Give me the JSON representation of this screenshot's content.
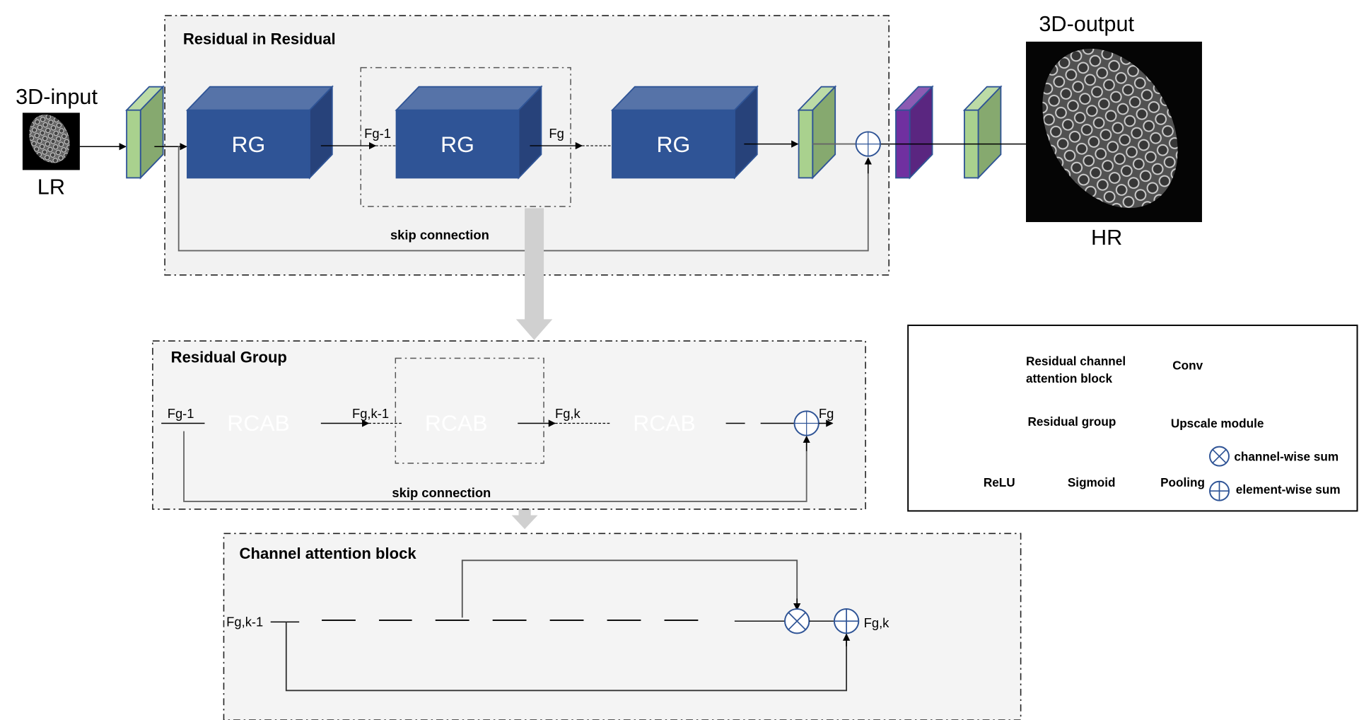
{
  "colors": {
    "rg_front": "#2f5496",
    "rg_top": "#5673a8",
    "rg_side": "#27427a",
    "rcab_front": "#b4c7e7",
    "rcab_top": "#c5d4ee",
    "rcab_side": "#8fa0bb",
    "conv_front": "#a9d18e",
    "conv_top": "#bcdba6",
    "conv_side": "#86a96f",
    "relu_front": "#ffd966",
    "relu_top": "#ffe08a",
    "relu_side": "#ccac50",
    "sigmoid_front": "#fff2cc",
    "sigmoid_top": "#fff5d6",
    "sigmoid_side": "#ccc2a3",
    "pool_front": "#a6a6a6",
    "pool_top": "#b8b8b8",
    "pool_side": "#858585",
    "upscale_front": "#7030a0",
    "upscale_top": "#8c5bb3",
    "upscale_side": "#5a2680",
    "outline": "#2f5496",
    "frame_bg": "#f2f2f2",
    "arrow_gray": "#d0d0d0"
  },
  "top": {
    "input_title": "3D-input",
    "input_label": "LR",
    "output_title": "3D-output",
    "output_label": "HR",
    "rir_title": "Residual in Residual",
    "rg_label": "RG",
    "fg_minus_1": "Fg-1",
    "fg": "Fg",
    "skip": "skip connection"
  },
  "group": {
    "title": "Residual Group",
    "rcab_label": "RCAB",
    "fg_minus_1": "Fg-1",
    "fgk_minus_1": "Fg,k-1",
    "fgk": "Fg,k",
    "fg": "Fg",
    "skip": "skip connection"
  },
  "attention": {
    "title": "Channel attention block",
    "input": "Fg,k-1",
    "output": "Fg,k",
    "layers": [
      "conv",
      "relu",
      "conv",
      "pool",
      "conv",
      "relu",
      "conv",
      "sigmoid"
    ]
  },
  "legend": {
    "rcab_line1": "Residual channel",
    "rcab_line2": "attention block",
    "conv": "Conv",
    "rg": "Residual group",
    "upscale": "Upscale module",
    "relu": "ReLU",
    "sigmoid": "Sigmoid",
    "pooling": "Pooling",
    "channel_sum": "channel-wise sum",
    "element_sum": "element-wise sum"
  }
}
